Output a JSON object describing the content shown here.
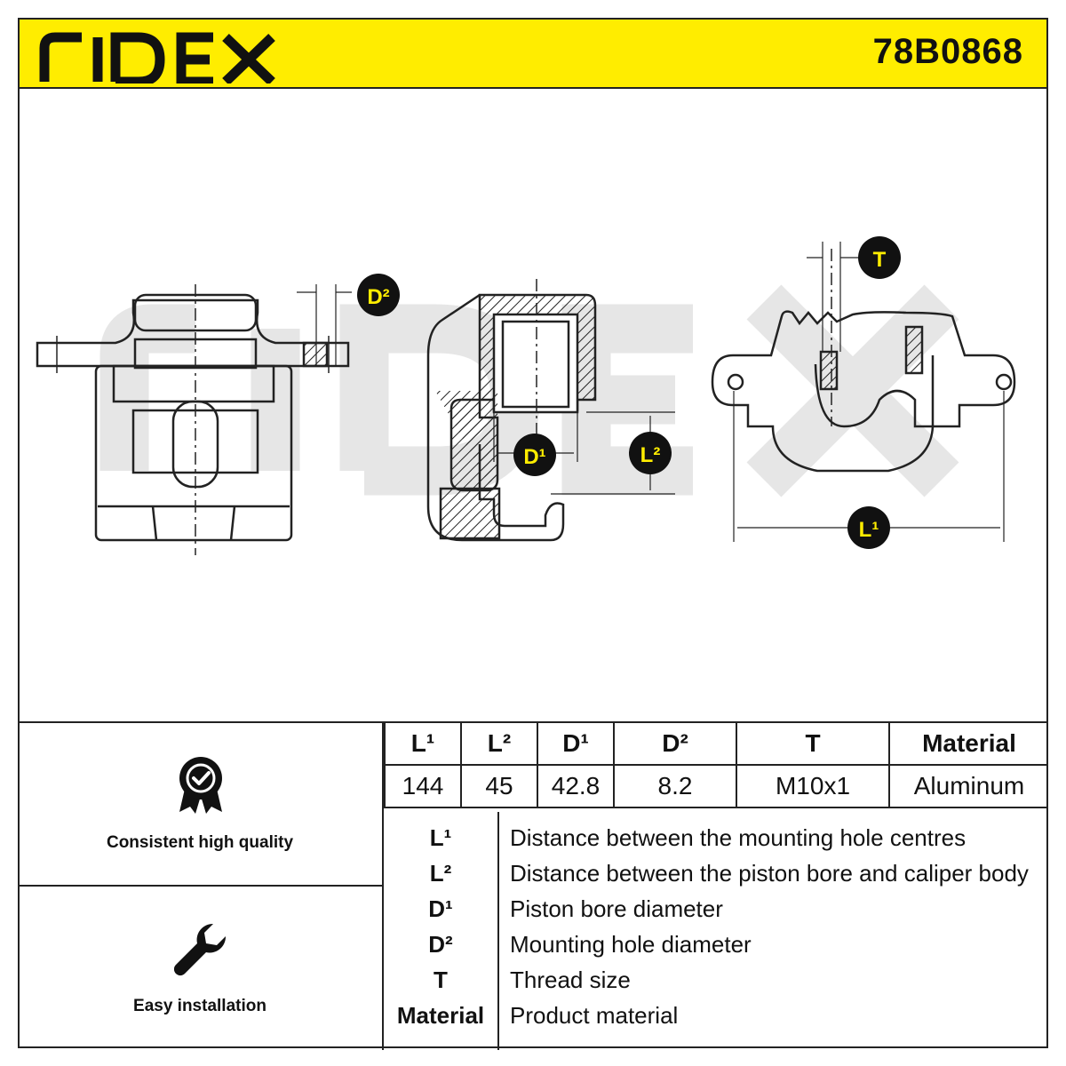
{
  "brand": "RIDEX",
  "part_number": "78B0868",
  "colors": {
    "accent": "#ffed00",
    "line": "#222222"
  },
  "drawing": {
    "callouts": {
      "D2": "D²",
      "D1": "D¹",
      "L2": "L²",
      "T": "T",
      "L1": "L¹"
    },
    "watermark": "RIDEX"
  },
  "features": [
    {
      "icon": "quality-badge-icon",
      "label": "Consistent high quality"
    },
    {
      "icon": "wrench-icon",
      "label": "Easy installation"
    }
  ],
  "spec_table": {
    "headers": [
      "L¹",
      "L²",
      "D¹",
      "D²",
      "T",
      "Material"
    ],
    "values": [
      "144",
      "45",
      "42.8",
      "8.2",
      "M10x1",
      "Aluminum"
    ]
  },
  "legend": [
    {
      "key": "L¹",
      "desc": "Distance between the mounting hole centres"
    },
    {
      "key": "L²",
      "desc": "Distance between the piston bore and caliper body"
    },
    {
      "key": "D¹",
      "desc": "Piston bore diameter"
    },
    {
      "key": "D²",
      "desc": "Mounting hole diameter"
    },
    {
      "key": "T",
      "desc": "Thread size"
    },
    {
      "key": "Material",
      "desc": "Product material"
    }
  ]
}
